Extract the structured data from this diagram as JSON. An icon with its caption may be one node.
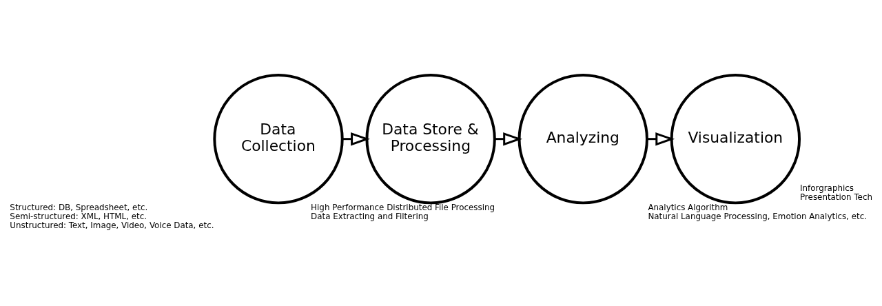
{
  "diagram": {
    "nodes": [
      {
        "text": [
          "Data Collection"
        ],
        "beside": [
          "Structured: DB, Spreadsheet, etc.",
          "Semi-structured: XML, HTML, etc.",
          "Unstructured: Text, Image, Video, Voice Data, etc."
        ]
      },
      {
        "text": [
          "Data Store & Processing"
        ],
        "beside": [
          "High Performance Distributed File Processing",
          "Data Extracting and Filtering"
        ]
      },
      {
        "text": [
          "Analyzing"
        ],
        "beside": [
          "Analytics Algorithm",
          "Natural Language Processing, Emotion Analytics, etc."
        ]
      },
      {
        "text": [
          "Visualization"
        ],
        "beside": [
          "Inforgraphics",
          "Presentation Tech"
        ]
      }
    ],
    "edges": [
      {
        "from": 0,
        "to": 1,
        "arrow": "to"
      },
      {
        "from": 1,
        "to": 2,
        "arrow": "to"
      },
      {
        "from": 2,
        "to": 3,
        "arrow": "to"
      }
    ]
  }
}
